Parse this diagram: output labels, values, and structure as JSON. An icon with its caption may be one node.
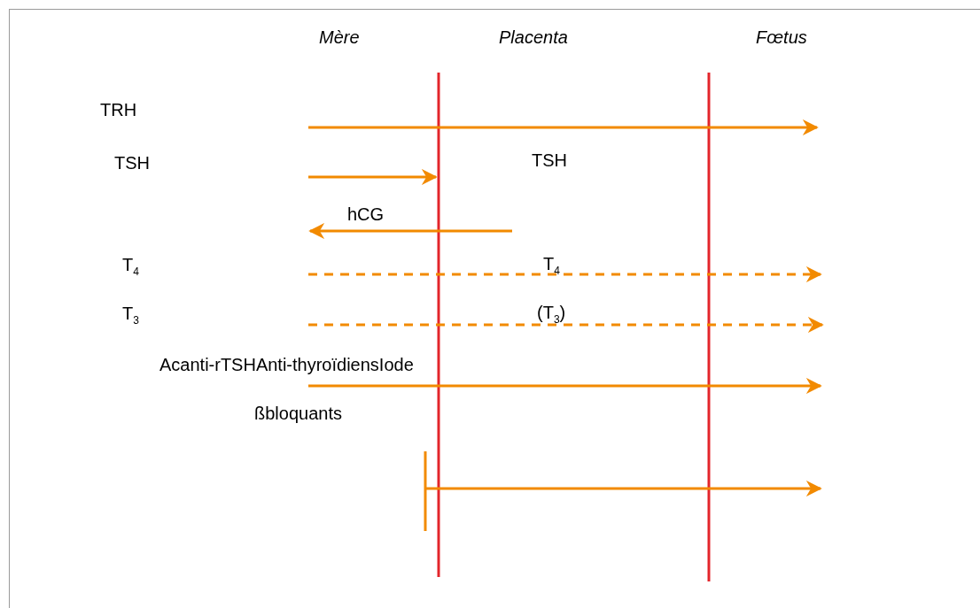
{
  "diagram": {
    "labels": [
      "Mère",
      "Placenta",
      "Fœtus",
      "TRH",
      "TSH",
      "TSH",
      "hCG",
      "T$_{4}$",
      "T$_{4}$",
      "T$_{3}$",
      "(T$_{3}$)",
      "Acanti-rTSHAnti-thyroïdiensIode",
      "ßbloquants"
    ]
  }
}
